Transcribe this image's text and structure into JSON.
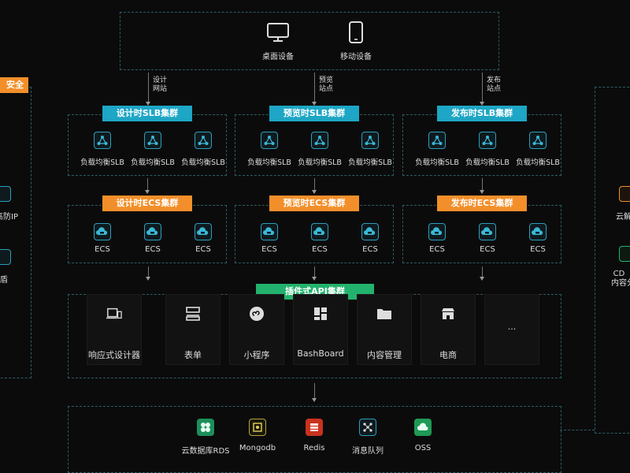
{
  "devices": {
    "desktop": "桌面设备",
    "mobile": "移动设备"
  },
  "routes": [
    {
      "line1": "设计",
      "line2": "网站"
    },
    {
      "line1": "预览",
      "line2": "站点"
    },
    {
      "line1": "发布",
      "line2": "站点"
    }
  ],
  "left_panel": {
    "title": "安全",
    "items": [
      {
        "label": "高防IP"
      },
      {
        "label": "盾"
      }
    ]
  },
  "right_panel": {
    "items": [
      {
        "label": "云解"
      },
      {
        "label1": "CD",
        "label2": "内容分"
      }
    ]
  },
  "clusters": [
    {
      "slb_title": "设计时SLB集群",
      "slb_items": [
        "负载均衡SLB",
        "负载均衡SLB",
        "负载均衡SLB"
      ],
      "ecs_title": "设计时ECS集群",
      "ecs_items": [
        "ECS",
        "ECS",
        "ECS"
      ]
    },
    {
      "slb_title": "预览时SLB集群",
      "slb_items": [
        "负载均衡SLB",
        "负载均衡SLB",
        "负载均衡SLB"
      ],
      "ecs_title": "预览时ECS集群",
      "ecs_items": [
        "ECS",
        "ECS",
        "ECS"
      ]
    },
    {
      "slb_title": "发布时SLB集群",
      "slb_items": [
        "负载均衡SLB",
        "负载均衡SLB",
        "负载均衡SLB"
      ],
      "ecs_title": "发布时ECS集群",
      "ecs_items": [
        "ECS",
        "ECS",
        "ECS"
      ]
    }
  ],
  "api_cluster": {
    "title": "插件式API集群",
    "plugins": [
      "响应式设计器",
      "表单",
      "小程序",
      "BashBoard",
      "内容管理",
      "电商",
      "..."
    ]
  },
  "storage": [
    "云数据库RDS",
    "Mongodb",
    "Redis",
    "消息队列",
    "OSS"
  ],
  "colors": {
    "teal": "#1da6c5",
    "orange": "#f28f2a",
    "green": "#23b26d",
    "border": "#2d5d66",
    "background": "#0b0b0b"
  }
}
